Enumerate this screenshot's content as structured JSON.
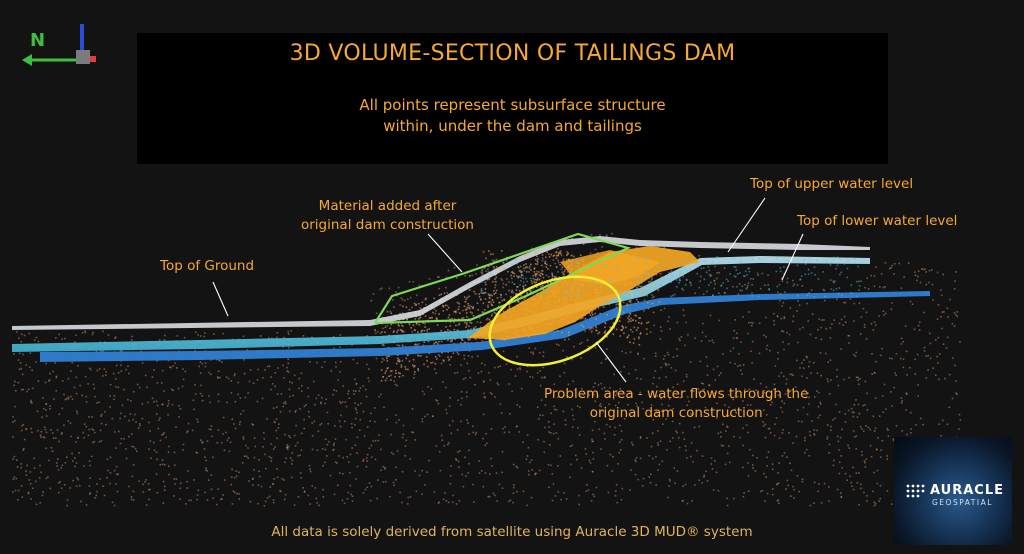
{
  "title": "3D VOLUME-SECTION OF TAILINGS DAM",
  "subtitle": [
    "All points represent subsurface structure",
    "within, under the dam and tailings"
  ],
  "labels": {
    "material_added": [
      "Material added after",
      "original dam construction"
    ],
    "top_of_ground": "Top of Ground",
    "top_upper_water": "Top of upper water level",
    "top_lower_water": "Top of lower water level",
    "problem_area": [
      "Problem area - water flows through the",
      "original dam construction"
    ]
  },
  "footer": "All data is solely derived from satellite using Auracle 3D MUD® system",
  "logo": {
    "name": "AURACLE",
    "sub": "GEOSPATIAL"
  },
  "axis_indicator": {
    "north_label": "N"
  },
  "colors": {
    "background": "#131313",
    "accent_text": "#f6a833",
    "soil_points": "#c98a6a",
    "tailings": "#f5a623",
    "upper_water": "#41b6d6",
    "lower_water": "#2f7fd3",
    "ground_surface": "#d9dde1",
    "outline_green": "#7ed957",
    "problem_ellipse": "#f2ee3a"
  },
  "icons": [
    "compass-axis-icon",
    "auracle-dots-icon"
  ]
}
